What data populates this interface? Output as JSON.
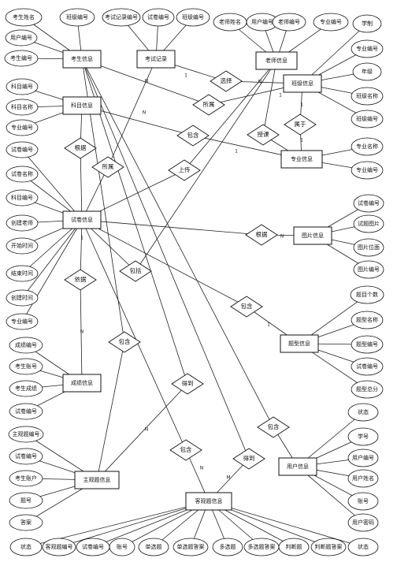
{
  "diagram": {
    "type": "er-diagram",
    "entities": [
      {
        "id": "student",
        "label": "考生信息"
      },
      {
        "id": "exam",
        "label": "考试记录"
      },
      {
        "id": "teacher",
        "label": "老师信息"
      },
      {
        "id": "classinfo",
        "label": "班级信息"
      },
      {
        "id": "subject",
        "label": "科目信息"
      },
      {
        "id": "major",
        "label": "专业信息"
      },
      {
        "id": "paper",
        "label": "试卷信息"
      },
      {
        "id": "picture",
        "label": "图片信息"
      },
      {
        "id": "qtype",
        "label": "题型信息"
      },
      {
        "id": "score",
        "label": "成绩信息"
      },
      {
        "id": "subjective",
        "label": "主观题信息"
      },
      {
        "id": "user",
        "label": "用户信息"
      },
      {
        "id": "objective",
        "label": "客观题信息"
      }
    ],
    "relations": [
      {
        "id": "r_select",
        "label": "选择"
      },
      {
        "id": "r_belong1",
        "label": "所属"
      },
      {
        "id": "r_contain1",
        "label": "包含"
      },
      {
        "id": "r_teach",
        "label": "授课"
      },
      {
        "id": "r_belongto",
        "label": "属于"
      },
      {
        "id": "r_basis1",
        "label": "根据"
      },
      {
        "id": "r_belong2",
        "label": "所属"
      },
      {
        "id": "r_upload",
        "label": "上传"
      },
      {
        "id": "r_basis2",
        "label": "根据"
      },
      {
        "id": "r_basis3",
        "label": "依据"
      },
      {
        "id": "r_include",
        "label": "包括"
      },
      {
        "id": "r_contain2",
        "label": "包含"
      },
      {
        "id": "r_contain3",
        "label": "包含"
      },
      {
        "id": "r_get1",
        "label": "得到"
      },
      {
        "id": "r_contain4",
        "label": "包含"
      },
      {
        "id": "r_get2",
        "label": "得到"
      },
      {
        "id": "r_contain5",
        "label": "包含"
      }
    ],
    "attributes": [
      {
        "id": "a1",
        "label": "考生姓名"
      },
      {
        "id": "a2",
        "label": "用户编号"
      },
      {
        "id": "a3",
        "label": "考生编号"
      },
      {
        "id": "a4",
        "label": "班级编号"
      },
      {
        "id": "a5",
        "label": "考试记录编号"
      },
      {
        "id": "a6",
        "label": "试卷编号"
      },
      {
        "id": "a7",
        "label": "班级编号"
      },
      {
        "id": "a8",
        "label": "老师姓名"
      },
      {
        "id": "a9",
        "label": "用户编号"
      },
      {
        "id": "a10",
        "label": "老师编号"
      },
      {
        "id": "a11",
        "label": "专业编号"
      },
      {
        "id": "a12",
        "label": "学制"
      },
      {
        "id": "a13",
        "label": "专业编号"
      },
      {
        "id": "a14",
        "label": "年级"
      },
      {
        "id": "a15",
        "label": "班级名称"
      },
      {
        "id": "a16",
        "label": "班级编号"
      },
      {
        "id": "a17",
        "label": "科目编号"
      },
      {
        "id": "a18",
        "label": "科目名称"
      },
      {
        "id": "a19",
        "label": "专业编号"
      },
      {
        "id": "a20",
        "label": "专业名称"
      },
      {
        "id": "a21",
        "label": "专业编号"
      },
      {
        "id": "a22",
        "label": "试卷编号"
      },
      {
        "id": "a23",
        "label": "试卷名称"
      },
      {
        "id": "a24",
        "label": "科目编号"
      },
      {
        "id": "a25",
        "label": "创建老师"
      },
      {
        "id": "a26",
        "label": "开始时间"
      },
      {
        "id": "a27",
        "label": "结束时间"
      },
      {
        "id": "a28",
        "label": "创建时间"
      },
      {
        "id": "a29",
        "label": "专业编号"
      },
      {
        "id": "a30",
        "label": "试卷编号"
      },
      {
        "id": "a31",
        "label": "试题图片"
      },
      {
        "id": "a32",
        "label": "图片位面"
      },
      {
        "id": "a33",
        "label": "图片编号"
      },
      {
        "id": "a34",
        "label": "题目个数"
      },
      {
        "id": "a35",
        "label": "题型名称"
      },
      {
        "id": "a36",
        "label": "题型编号"
      },
      {
        "id": "a37",
        "label": "试卷编号"
      },
      {
        "id": "a38",
        "label": "题型总分"
      },
      {
        "id": "a39",
        "label": "成绩编号"
      },
      {
        "id": "a40",
        "label": "考生账号"
      },
      {
        "id": "a41",
        "label": "考生成绩"
      },
      {
        "id": "a42",
        "label": "试卷编号"
      },
      {
        "id": "a43",
        "label": "状态"
      },
      {
        "id": "a44",
        "label": "学号"
      },
      {
        "id": "a45",
        "label": "用户编号"
      },
      {
        "id": "a46",
        "label": "用户姓名"
      },
      {
        "id": "a47",
        "label": "账号"
      },
      {
        "id": "a48",
        "label": "用户密码"
      },
      {
        "id": "a49",
        "label": "主观题编号"
      },
      {
        "id": "a50",
        "label": "试卷编号"
      },
      {
        "id": "a51",
        "label": "考生账户"
      },
      {
        "id": "a52",
        "label": "题号"
      },
      {
        "id": "a53",
        "label": "答案"
      },
      {
        "id": "a54",
        "label": "状态"
      },
      {
        "id": "a55",
        "label": "客观题编号"
      },
      {
        "id": "a56",
        "label": "试卷编号"
      },
      {
        "id": "a57",
        "label": "账号"
      },
      {
        "id": "a58",
        "label": "单选题"
      },
      {
        "id": "a59",
        "label": "单选题答案"
      },
      {
        "id": "a60",
        "label": "多选题"
      },
      {
        "id": "a61",
        "label": "多选题答案"
      },
      {
        "id": "a62",
        "label": "判断题"
      },
      {
        "id": "a63",
        "label": "判断题答案"
      },
      {
        "id": "a64",
        "label": "状态"
      }
    ],
    "cardinality_marks": [
      "1",
      "N",
      "M",
      "1",
      "N"
    ]
  }
}
